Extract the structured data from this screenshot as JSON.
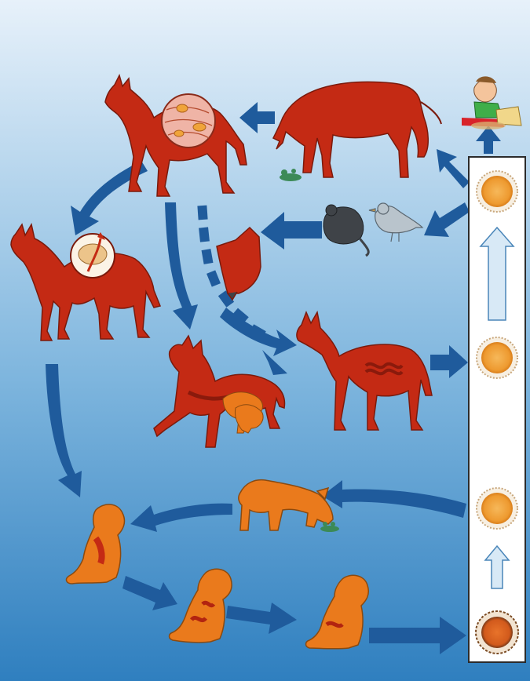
{
  "diagram": {
    "kind": "lifecycle-illustration",
    "caption_text": "",
    "colors": {
      "background_top": "#e7f1fa",
      "background_bottom": "#2f7fbf",
      "adult_dog": "#c42a14",
      "puppy": "#ea7a1c",
      "arrow": "#1f5b9c",
      "arrow_light": "#b9d8f1",
      "egg_fill": "#f1a23a",
      "rodent": "#3f4348",
      "bird": "#9aa8b3",
      "vomit_green": "#3c8a57"
    },
    "icons": [
      "adult-dog",
      "pregnant-dog",
      "nursing-dog",
      "puppy",
      "rodent",
      "bird",
      "child",
      "egg",
      "larva",
      "cyst",
      "arrow"
    ]
  }
}
